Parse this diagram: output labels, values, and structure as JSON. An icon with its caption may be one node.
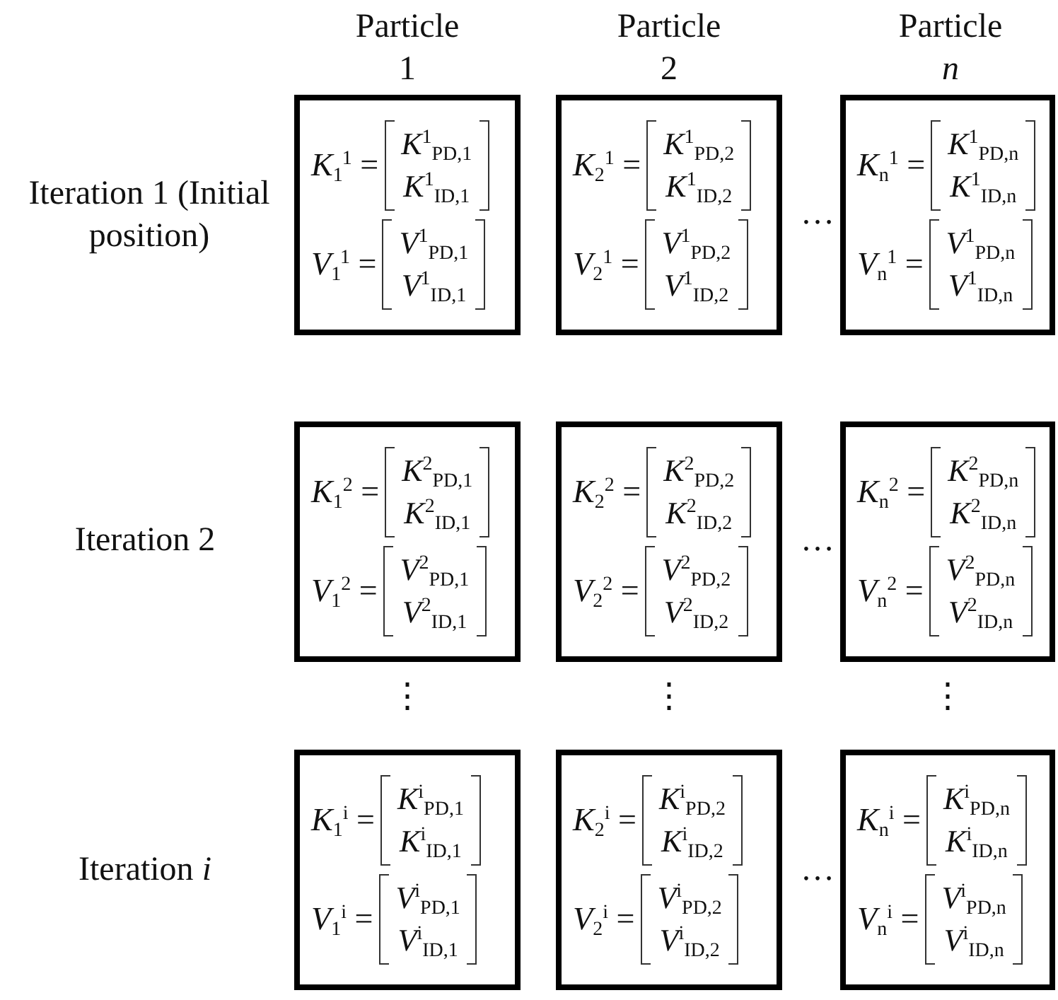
{
  "diagram": {
    "nodes": [
      {
        "text": [
          "*K*$_{1}$$^{1}$ =",
          "*K*$^{1}$$_{PD,1}$",
          "*K*$^{1}$$_{ID,1}$",
          "*V*$_{1}$$^{1}$ =",
          "*V*$^{1}$$_{PD,1}$",
          "*V*$^{1}$$_{ID,1}$"
        ]
      },
      {
        "text": [
          "*K*$_{2}$$^{1}$ =",
          "*K*$^{1}$$_{PD,2}$",
          "*K*$^{1}$$_{ID,2}$",
          "*V*$_{2}$$^{1}$ =",
          "*V*$^{1}$$_{PD,2}$",
          "*V*$^{1}$$_{ID,2}$"
        ]
      },
      {
        "text": [
          "*K*$_{n}$$^{1}$ =",
          "*K*$^{1}$$_{PD,n}$",
          "*K*$^{1}$$_{ID,n}$",
          "*V*$_{n}$$^{1}$ =",
          "*V*$^{1}$$_{PD,n}$",
          "*V*$^{1}$$_{ID,n}$"
        ]
      },
      {
        "text": [
          "*K*$_{1}$$^{2}$ =",
          "*K*$^{2}$$_{PD,1}$",
          "*K*$^{2}$$_{ID,1}$",
          "*V*$_{1}$$^{2}$ =",
          "*V*$^{2}$$_{PD,1}$",
          "*V*$^{2}$$_{ID,1}$"
        ]
      },
      {
        "text": [
          "*K*$_{2}$$^{2}$ =",
          "*K*$^{2}$$_{PD,2}$",
          "*K*$^{2}$$_{ID,2}$",
          "*V*$_{2}$$^{2}$ =",
          "*V*$^{2}$$_{PD,2}$",
          "*V*$^{2}$$_{ID,2}$"
        ]
      },
      {
        "text": [
          "*K*$_{n}$$^{2}$ =",
          "*K*$^{2}$$_{PD,n}$",
          "*K*$^{2}$$_{ID,n}$",
          "*V*$_{n}$$^{2}$ =",
          "*V*$^{2}$$_{PD,n}$",
          "*V*$^{2}$$_{ID,n}$"
        ]
      },
      {
        "text": [
          "*K*$_{1}$$^{i}$ =",
          "*K*$^{i}$$_{PD,1}$",
          "*K*$^{i}$$_{ID,1}$",
          "*V*$_{1}$$^{i}$ =",
          "*V*$^{i}$$_{PD,1}$",
          "*V*$^{i}$$_{ID,1}$"
        ]
      },
      {
        "text": [
          "*K*$_{2}$$^{i}$ =",
          "*K*$^{i}$$_{PD,2}$",
          "*K*$^{i}$$_{ID,2}$",
          "*V*$_{2}$$^{i}$ =",
          "*V*$^{i}$$_{PD,2}$",
          "*V*$^{i}$$_{ID,2}$"
        ]
      },
      {
        "text": [
          "*K*$_{n}$$^{i}$ =",
          "*K*$^{i}$$_{PD,n}$",
          "*K*$^{i}$$_{ID,n}$",
          "*V*$_{n}$$^{i}$ =",
          "*V*$^{i}$$_{PD,n}$",
          "*V*$^{i}$$_{ID,n}$"
        ]
      }
    ],
    "labels": [
      "Particle 1",
      "Particle 2",
      "Particle *n*",
      "Iteration 1 (Initial position)",
      "…",
      "Iteration 2",
      "…",
      "⋮",
      "⋮",
      "⋮",
      "Iteration *i*",
      "…"
    ]
  }
}
